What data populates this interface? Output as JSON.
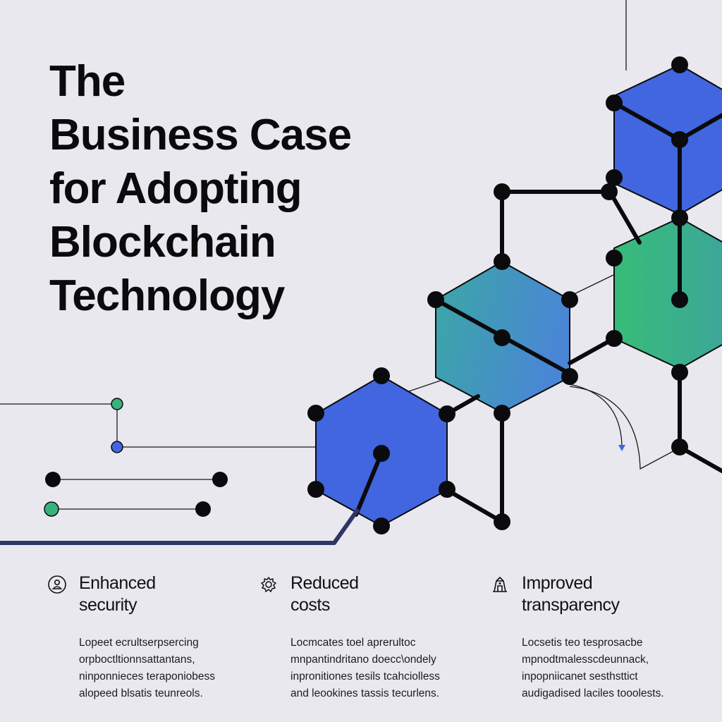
{
  "headline": {
    "lines": [
      "The",
      "Business Case",
      "for Adopting",
      "Blockchain",
      "Technology"
    ]
  },
  "features": [
    {
      "icon": "lock-user-icon",
      "title_lines": [
        "Enhanced",
        "security"
      ],
      "body_lines": [
        "Lopeet ecrultserpsercing",
        "orpboctltionnsattantans,",
        "ninponnieces teraponiobess",
        "alopeed blsatis teunreols."
      ]
    },
    {
      "icon": "gear-coin-icon",
      "title_lines": [
        "Reduced",
        "costs"
      ],
      "body_lines": [
        "Locmcates toel aprerultoc",
        "mnpantindritano doecc\\ondely",
        "inpronitiones tesils tcahciolless",
        "and leookines tassis tecurlens."
      ]
    },
    {
      "icon": "building-icon",
      "title_lines": [
        "Improved",
        "transparency"
      ],
      "body_lines": [
        "Locsetis teo tesprosacbe",
        "mpnodtmalesscdeunnack,",
        "inpopniicanet sesthsttict",
        "audigadised laciles tooolests."
      ]
    }
  ],
  "colors": {
    "background": "#e9e8ee",
    "blue": "#4166e0",
    "green": "#38b27c",
    "node": "#0b0b0d",
    "accent_line": "#2f3566"
  }
}
